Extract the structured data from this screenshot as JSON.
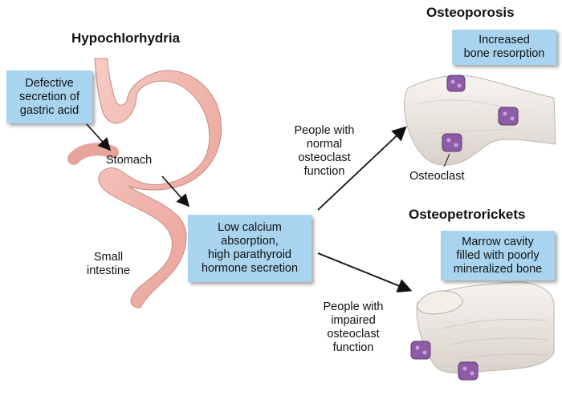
{
  "diagram": {
    "title_left": "Hypochlorhydria",
    "box_defective": [
      "Defective",
      "secretion of",
      "gastric acid"
    ],
    "label_stomach": "Stomach",
    "label_small_intestine": [
      "Small",
      "intestine"
    ],
    "box_low_calcium": [
      "Low calcium",
      "absorption,",
      "high parathyroid",
      "hormone secretion"
    ],
    "label_normal_path": [
      "People with",
      "normal",
      "osteoclast",
      "function"
    ],
    "label_impaired_path": [
      "People with",
      "impaired",
      "osteoclast",
      "function"
    ],
    "title_osteoporosis": "Osteoporosis",
    "box_resorption": [
      "Increased",
      "bone resorption"
    ],
    "label_osteoclast": "Osteoclast",
    "title_osteopetrorickets": "Osteopetrorickets",
    "box_marrow": [
      "Marrow cavity",
      "filled with poorly",
      "mineralized bone"
    ]
  },
  "colors": {
    "box_fill": "#a9d4ef",
    "stomach": "#f2b8b0",
    "bone": "#ece7e1",
    "osteoclast": "#8e5ba6"
  },
  "icons": {
    "stomach": "stomach-illustration",
    "bone": "bone-illustration",
    "cell": "osteoclast-cell-icon"
  }
}
